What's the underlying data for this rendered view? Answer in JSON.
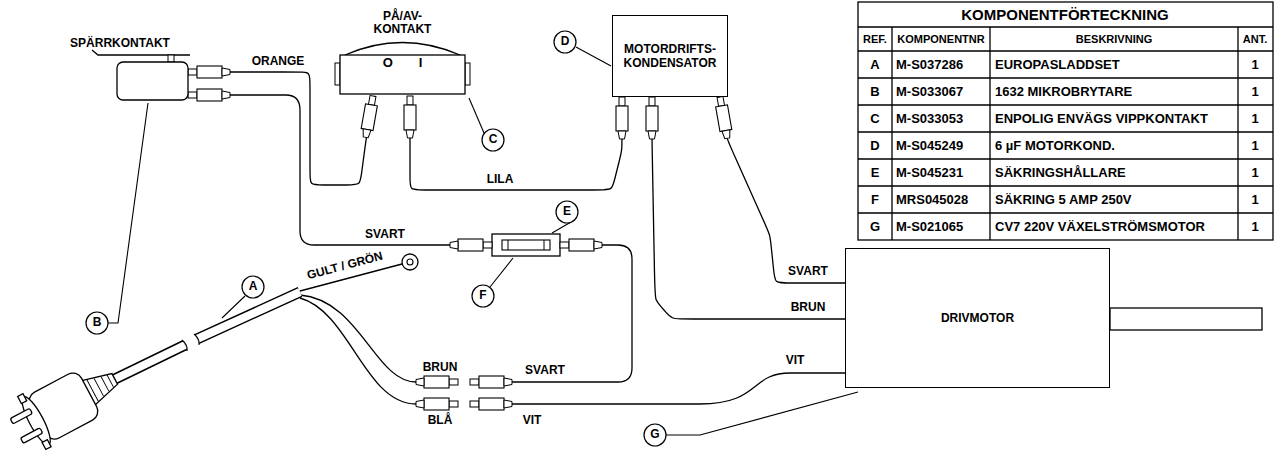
{
  "diagram": {
    "nodes": [
      {
        "text": [
          "SPÄRRKONTAKT"
        ]
      },
      {
        "text": [
          "PÅ/AV- KONTAKT",
          "O",
          "I"
        ]
      },
      {
        "text": [
          "MOTORDRIFTS- KONDENSATOR"
        ]
      },
      {
        "text": [
          "DRIVMOTOR"
        ]
      }
    ],
    "edges": [
      {
        "from": 0,
        "to": 1,
        "arrow": "none",
        "label": "ORANGE"
      },
      {
        "from": 1,
        "to": 2,
        "arrow": "none",
        "label": "LILA"
      },
      {
        "from": 2,
        "to": 3,
        "arrow": "none",
        "label": "SVART"
      },
      {
        "from": 2,
        "to": 3,
        "arrow": "none",
        "label": "BRUN"
      }
    ],
    "labels": [
      "KOMPONENTFÖRTECKNING",
      "REF.",
      "KOMPONENTNR",
      "BESKRIVNING",
      "ANT.",
      "A",
      "M-S037286",
      "EUROPASLADDSET",
      "1",
      "B",
      "M-S033067",
      "1632 MIKROBRYTARE",
      "1",
      "C",
      "M-S033053",
      "ENPOLIG ENVÄGS VIPPKONTAKT",
      "1",
      "D",
      "M-S045249",
      "6 µF MOTORKOND.",
      "1",
      "E",
      "M-S045231",
      "SÄKRINGSHÅLLARE",
      "1",
      "F",
      "MRS045028",
      "SÄKRING 5 AMP 250V",
      "1",
      "G",
      "M-S021065",
      "CV7 220V VÄXELSTRÖMSMOTOR",
      "1",
      "A",
      "B",
      "C",
      "D",
      "E",
      "F",
      "G",
      "SVART",
      "GULT / GRÖN",
      "BRUN",
      "SVART",
      "BLÅ",
      "VIT",
      "VIT"
    ]
  }
}
